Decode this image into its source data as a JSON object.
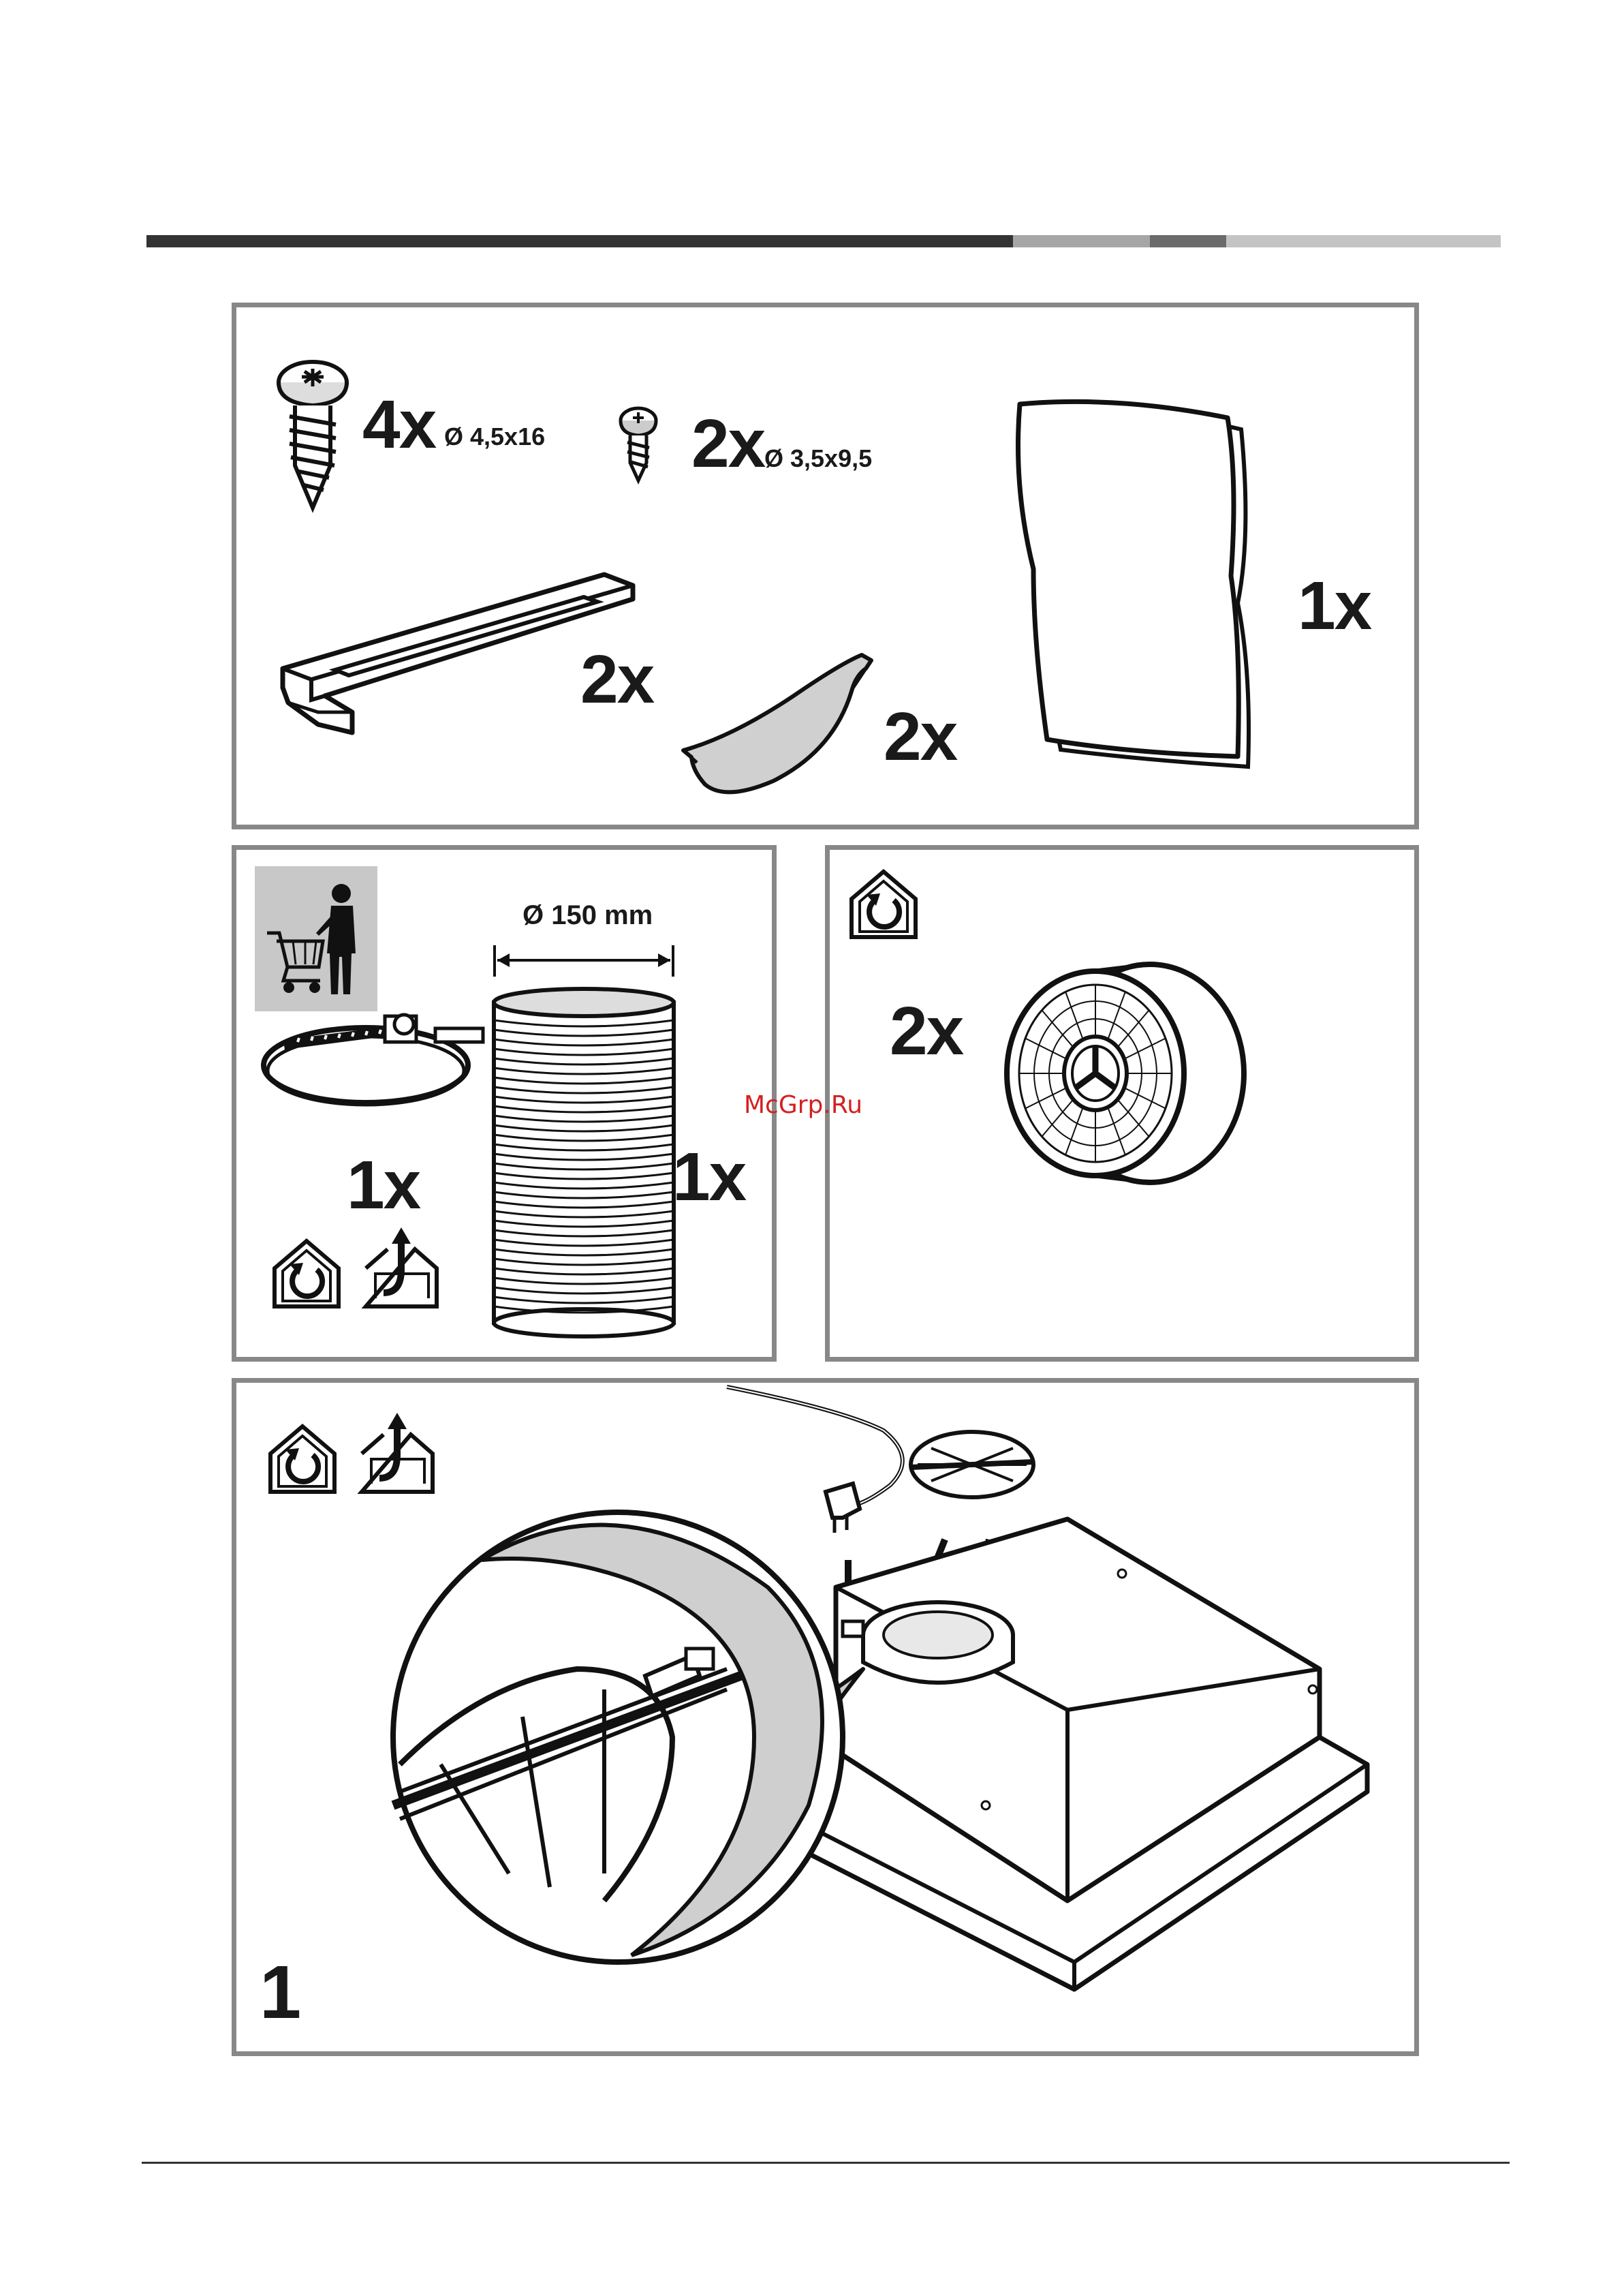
{
  "header_bar_colors": [
    "#333333",
    "#a6a6a6",
    "#6b6b6b",
    "#c4c4c4"
  ],
  "panel_border_color": "#888888",
  "accessories": {
    "screws_large": {
      "qty": "4x",
      "spec": "Ø 4,5x16",
      "icon": "screw-large-icon"
    },
    "screws_small": {
      "qty": "2x",
      "spec": "Ø 3,5x9,5",
      "icon": "screw-small-icon"
    },
    "brackets": {
      "qty": "2x",
      "icon": "bracket-icon"
    },
    "flaps": {
      "qty": "2x",
      "icon": "flap-valve-icon"
    },
    "template": {
      "qty": "1x",
      "icon": "paper-template-icon"
    }
  },
  "ducting": {
    "note_icon": "shopping-cart-person-icon",
    "diameter": "Ø 150 mm",
    "clamp_qty": "1x",
    "duct_qty": "1x",
    "mode_icons": [
      "recirculation-mode-icon",
      "extraction-mode-icon"
    ]
  },
  "filters": {
    "mode_icon": "recirculation-mode-icon",
    "qty": "2x",
    "icon": "carbon-filter-icon"
  },
  "step": {
    "number": "1",
    "mode_icons": [
      "recirculation-mode-icon",
      "extraction-mode-icon"
    ]
  },
  "watermark": "McGrp.Ru"
}
